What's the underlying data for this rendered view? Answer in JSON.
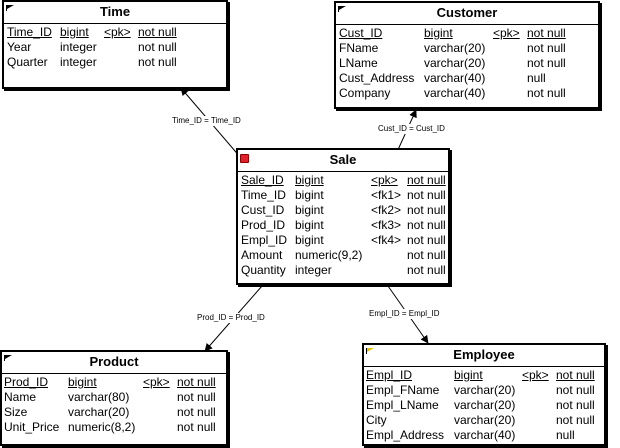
{
  "entities": {
    "time": {
      "title": "Time",
      "rows": [
        {
          "name": "Time_ID",
          "type": "bigint",
          "key": "<pk>",
          "null": "not null"
        },
        {
          "name": "Year",
          "type": "integer",
          "key": "",
          "null": "not null"
        },
        {
          "name": "Quarter",
          "type": "integer",
          "key": "",
          "null": "not null"
        }
      ]
    },
    "customer": {
      "title": "Customer",
      "rows": [
        {
          "name": "Cust_ID",
          "type": "bigint",
          "key": "<pk>",
          "null": "not null"
        },
        {
          "name": "FName",
          "type": "varchar(20)",
          "key": "",
          "null": "not null"
        },
        {
          "name": "LName",
          "type": "varchar(20)",
          "key": "",
          "null": "not null"
        },
        {
          "name": "Cust_Address",
          "type": "varchar(40)",
          "key": "",
          "null": "null"
        },
        {
          "name": "Company",
          "type": "varchar(40)",
          "key": "",
          "null": "not null"
        }
      ]
    },
    "sale": {
      "title": "Sale",
      "rows": [
        {
          "name": "Sale_ID",
          "type": "bigint",
          "key": "<pk>",
          "null": "not null"
        },
        {
          "name": "Time_ID",
          "type": "bigint",
          "key": "<fk1>",
          "null": "not null"
        },
        {
          "name": "Cust_ID",
          "type": "bigint",
          "key": "<fk2>",
          "null": "not null"
        },
        {
          "name": "Prod_ID",
          "type": "bigint",
          "key": "<fk3>",
          "null": "not null"
        },
        {
          "name": "Empl_ID",
          "type": "bigint",
          "key": "<fk4>",
          "null": "not null"
        },
        {
          "name": "Amount",
          "type": "numeric(9,2)",
          "key": "",
          "null": "not null"
        },
        {
          "name": "Quantity",
          "type": "integer",
          "key": "",
          "null": "not null"
        }
      ]
    },
    "product": {
      "title": "Product",
      "rows": [
        {
          "name": "Prod_ID",
          "type": "bigint",
          "key": "<pk>",
          "null": "not null"
        },
        {
          "name": "Name",
          "type": "varchar(80)",
          "key": "",
          "null": "not null"
        },
        {
          "name": "Size",
          "type": "varchar(20)",
          "key": "",
          "null": "not null"
        },
        {
          "name": "Unit_Price",
          "type": "numeric(8,2)",
          "key": "",
          "null": "not null"
        }
      ]
    },
    "employee": {
      "title": "Employee",
      "rows": [
        {
          "name": "Empl_ID",
          "type": "bigint",
          "key": "<pk>",
          "null": "not null"
        },
        {
          "name": "Empl_FName",
          "type": "varchar(20)",
          "key": "",
          "null": "not null"
        },
        {
          "name": "Empl_LName",
          "type": "varchar(20)",
          "key": "",
          "null": "not null"
        },
        {
          "name": "City",
          "type": "varchar(20)",
          "key": "",
          "null": "not null"
        },
        {
          "name": "Empl_Address",
          "type": "varchar(40)",
          "key": "",
          "null": "null"
        }
      ]
    }
  },
  "relationships": {
    "time": "Time_ID = Time_ID",
    "customer": "Cust_ID = Cust_ID",
    "product": "Prod_ID = Prod_ID",
    "employee": "Empl_ID = Empl_ID"
  }
}
